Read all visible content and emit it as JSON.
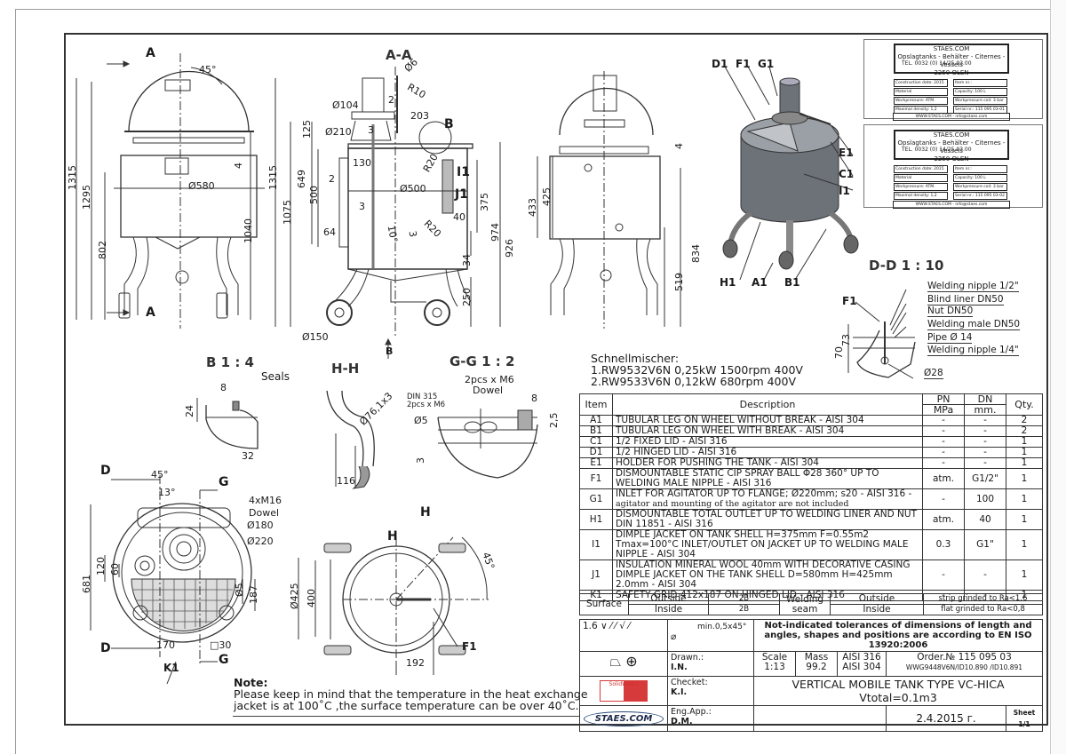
{
  "drawing": {
    "title": "VERTICAL MOBILE TANK TYPE VC-HICA Vtotal=0.1m3",
    "company": "STAES.COM",
    "cad_logo": "SolidWorks"
  },
  "views": {
    "front": {
      "section_marks": [
        "A",
        "A"
      ],
      "dims": [
        "45°",
        "1315",
        "1295",
        "802",
        "4",
        "Ø580",
        "1040"
      ]
    },
    "section_aa": {
      "title": "A-A",
      "dims": [
        "Ø6",
        "R10",
        "2",
        "Ø104",
        "203",
        "B",
        "125",
        "Ø210",
        "3",
        "R20",
        "130",
        "Ø500",
        "2",
        "3",
        "I1",
        "J1",
        "375",
        "40",
        "64",
        "10°",
        "3",
        "R20",
        "34",
        "250",
        "Ø150",
        "1315",
        "1075",
        "649",
        "500",
        "974",
        "926"
      ],
      "section_mark": "B"
    },
    "side": {
      "dims": [
        "433",
        "425",
        "4",
        "834",
        "519"
      ]
    },
    "iso": {
      "callouts": [
        "D1",
        "F1",
        "G1",
        "E1",
        "C1",
        "I1",
        "H1",
        "A1",
        "B1"
      ]
    },
    "detail_b": {
      "title": "B 1 : 4",
      "labels": [
        "Seals",
        "8",
        "24",
        "32"
      ]
    },
    "section_hh": {
      "title": "H-H",
      "labels": [
        "Ø76,1x3",
        "116"
      ]
    },
    "section_gg": {
      "title": "G-G 1 : 2",
      "labels": [
        "2pcs x M6",
        "Dowel",
        "DIN 315",
        "2pcs x M6",
        "8",
        "Ø5",
        "2,5",
        "3"
      ]
    },
    "section_dd": {
      "title": "D-D 1 : 10",
      "callout": "F1",
      "labels": [
        "Welding nipple 1/2\"",
        "Blind liner DN50",
        "Nut DN50",
        "Welding male DN50",
        "Pipe Ø 14",
        "Welding nipple 1/4\"",
        "Ø28"
      ],
      "dims": [
        "73",
        "70"
      ]
    },
    "top_view": {
      "marks": [
        "D",
        "D",
        "G",
        "G"
      ],
      "labels": [
        "45°",
        "13°",
        "4xM16",
        "Dowel",
        "Ø180",
        "Ø220",
        "681",
        "120",
        "60",
        "Ø5",
        "187",
        "170",
        "□30",
        "K1"
      ]
    },
    "bottom_view": {
      "marks": [
        "H",
        "H"
      ],
      "labels": [
        "45°",
        "Ø425",
        "400",
        "192",
        "F1"
      ]
    }
  },
  "nameplates": [
    {
      "company": "STAES.COM",
      "line1": "Opslagtanks - Behälter - Citernes - Vessels",
      "line2": "2250 OLEN",
      "line3": "TEL. 0032 (0) 14/25.93.00",
      "fields_left": [
        "Construction date: 2015",
        "Material vessel:AISI316/304",
        "Workpressure: ATM.",
        "Maximal density: 1,2 kg/dm³"
      ],
      "fields_right": [
        "Item nr.:",
        "Capacity: 100 L",
        "Workpressure coil: 3 bar",
        "Serial nr.: 115 095 03-01"
      ],
      "footer": "WWW.STAES.COM - info@staes.com"
    },
    {
      "company": "STAES.COM",
      "line1": "Opslagtanks - Behälter - Citernes - Vessels",
      "line2": "2250 OLEN",
      "line3": "TEL. 0032 (0) 14/25.93.00",
      "fields_left": [
        "Construction date: 2015",
        "Material vessel:AISI316/304",
        "Workpressure: ATM.",
        "Maximal density: 1,2 kg/dm³"
      ],
      "fields_right": [
        "Item nr.:",
        "Capacity: 100 L",
        "Workpressure coil: 3 bar",
        "Serial nr.: 115 095 03-02"
      ],
      "footer": "WWW.STAES.COM - info@staes.com"
    }
  ],
  "mixer": {
    "heading": "Schnellmischer:",
    "items": [
      "1.RW9532V6N 0,25kW 1500rpm 400V",
      "2.RW9533V6N 0,12kW 680rpm 400V"
    ]
  },
  "bom": {
    "headers": {
      "item": "Item",
      "description": "Description",
      "pn": "PN",
      "pn_unit": "MPa",
      "dn": "DN",
      "dn_unit": "mm.",
      "qty": "Qty."
    },
    "rows": [
      {
        "item": "A1",
        "description": "TUBULAR LEG ON WHEEL WITHOUT BREAK - AISI 304",
        "pn": "-",
        "dn": "-",
        "qty": "2"
      },
      {
        "item": "B1",
        "description": "TUBULAR LEG ON WHEEL WITH BREAK - AISI 304",
        "pn": "-",
        "dn": "-",
        "qty": "2"
      },
      {
        "item": "C1",
        "description": "1/2 FIXED LID  - AISI 316",
        "pn": "-",
        "dn": "-",
        "qty": "1"
      },
      {
        "item": "D1",
        "description": "1/2 HINGED LID  - AISI 316",
        "pn": "-",
        "dn": "-",
        "qty": "1"
      },
      {
        "item": "E1",
        "description": "HOLDER FOR PUSHING THE TANK  - AISI 304",
        "pn": "-",
        "dn": "-",
        "qty": "1"
      },
      {
        "item": "F1",
        "description": "DISMOUNTABLE STATIC CIP SPRAY BALL Φ28 360° UP TO WELDING MALE NIPPLE - AISI 316",
        "pn": "atm.",
        "dn": "G1/2\"",
        "qty": "1"
      },
      {
        "item": "G1",
        "description": "INLET FOR AGITATOR UP TO FLANGE; Ø220mm; s20 - AISI 316 -",
        "description_note": "agitator and mounting of the agitator are not included",
        "pn": "-",
        "dn": "100",
        "qty": "1"
      },
      {
        "item": "H1",
        "description": "DISMOUNTABLE TOTAL OUTLET UP TO WELDING LINER AND NUT DIN 11851 - AISI 316",
        "pn": "atm.",
        "dn": "40",
        "qty": "1"
      },
      {
        "item": "I1",
        "description": "DIMPLE JACKET ON TANK SHELL H=375mm F=0.55m2 Tmax=100°C INLET/OUTLET ON JACKET UP TO WELDING MALE NIPPLE - AISI 304",
        "pn": "0.3",
        "dn": "G1\"",
        "qty": "1"
      },
      {
        "item": "J1",
        "description": "INSULATION MINERAL WOOL 40mm WITH DECORATIVE CASING DIMPLE JACKET ON THE TANK SHELL D=580mm H=425mm 2.0mm  - AISI 304",
        "pn": "-",
        "dn": "-",
        "qty": "1"
      },
      {
        "item": "K1",
        "description": "SAFETY GRID 412x187 ON HINGED LID - AISI 316",
        "pn": "-",
        "dn": "-",
        "qty": "1"
      }
    ]
  },
  "surface": {
    "label": "Surface",
    "outside_label": "Outside",
    "outside_value": "2B",
    "inside_label": "Inside",
    "inside_value": "2B",
    "welding_label": "Welding seam",
    "weld_outside_label": "Outside",
    "weld_outside_value": "strip grinded to Ra<1,6",
    "weld_inside_label": "Inside",
    "weld_inside_value": "flat grinded to Ra<0,8"
  },
  "title_block": {
    "roughness": "1.6",
    "chamfer": "min.0,5x45°",
    "tolerance_note": "Not-indicated tolerances of dimensions of length and angles, shapes and positions are according to EN ISO 13920:2006",
    "drawn_label": "Drawn.:",
    "drawn_value": "I.N.",
    "checked_label": "Checket:",
    "checked_value": "K.I.",
    "eng_label": "Eng.App.:",
    "eng_value": "D.M.",
    "scale_label": "Scale",
    "scale_value": "1:13",
    "mass_label": "Mass",
    "mass_value": "99.2",
    "material1": "AISI 316",
    "material2": "AISI 304",
    "order": "Order.№ 115 095 03",
    "order_sub": "WWG9448V6N/ID10.890 /ID10.891",
    "date": "2.4.2015 г.",
    "sheet_label": "Sheet",
    "sheet_value": "1/1"
  },
  "note": {
    "heading": "Note:",
    "line1": "Please keep in mind that the temperature in the  heat exchange",
    "line2": "jacket is at 100˚C ,the surface temperature can be over 40˚C."
  }
}
